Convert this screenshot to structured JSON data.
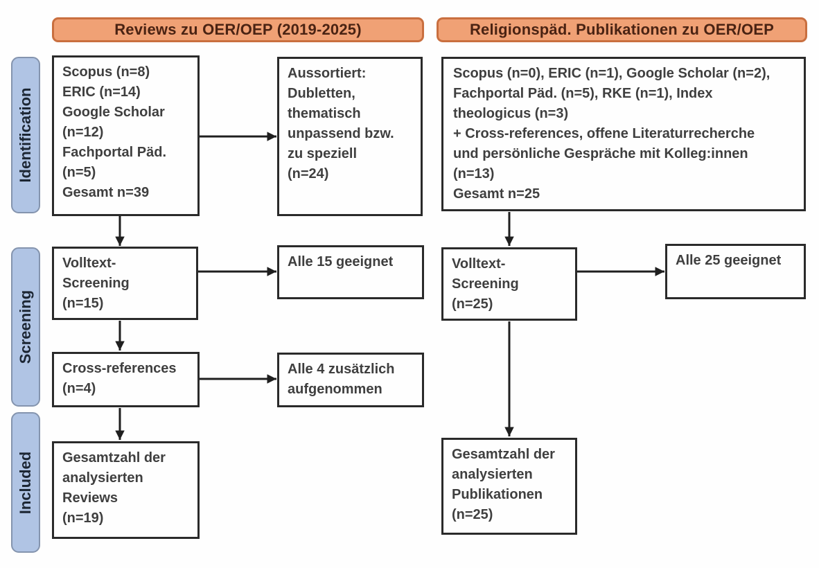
{
  "diagram": {
    "columns": [
      {
        "header": "Reviews zu OER/OEP (2019-2025)",
        "boxes": {
          "identification_sources": "Scopus (n=8)\nERIC (n=14)\nGoogle Scholar\n(n=12)\nFachportal Päd.\n(n=5)\nGesamt n=39",
          "excluded": "Aussortiert:\nDubletten,\nthematisch\nunpassend bzw.\nzu speziell\n(n=24)",
          "fulltext_screening": "Volltext-\nScreening\n(n=15)",
          "all_suitable": "Alle 15 geeignet",
          "cross_references": "Cross-references\n(n=4)",
          "additionally_included": "Alle 4 zusätzlich\naufgenommen",
          "included_total": "Gesamtzahl der\nanalysierten\nReviews\n(n=19)"
        }
      },
      {
        "header": "Religionspäd. Publikationen zu OER/OEP",
        "boxes": {
          "identification_sources": "Scopus (n=0), ERIC (n=1), Google Scholar (n=2),\nFachportal Päd. (n=5), RKE (n=1), Index\ntheologicus (n=3)\n+ Cross-references, offene Literaturrecherche\nund persönliche Gespräche mit Kolleg:innen\n(n=13)\nGesamt n=25",
          "fulltext_screening": "Volltext-\nScreening\n(n=25)",
          "all_suitable": "Alle 25 geeignet",
          "included_total": "Gesamtzahl der\nanalysierten\nPublikationen\n(n=25)"
        }
      }
    ],
    "stages": [
      {
        "label": "Identification"
      },
      {
        "label": "Screening"
      },
      {
        "label": "Included"
      }
    ],
    "colors": {
      "header_fill": "#F0A175",
      "header_border": "#C96F3F",
      "header_text": "#4A2313",
      "stage_fill": "#B0C4E4",
      "stage_border": "#8494AE",
      "stage_text": "#1C2633",
      "box_border": "#2A2A2A",
      "box_text": "#3F3F3F",
      "arrow": "#1F1F1F"
    }
  }
}
